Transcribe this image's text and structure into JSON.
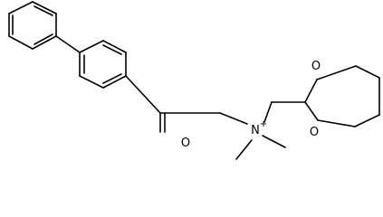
{
  "molecule": {
    "atoms": {
      "ketone_oxygen": "O",
      "ammonium_nitrogen": "N",
      "ammonium_charge": "+",
      "ring_oxygen_top": "O",
      "ring_oxygen_bottom": "O"
    },
    "colors": {
      "bond": "#000000",
      "background": "#ffffff"
    }
  }
}
